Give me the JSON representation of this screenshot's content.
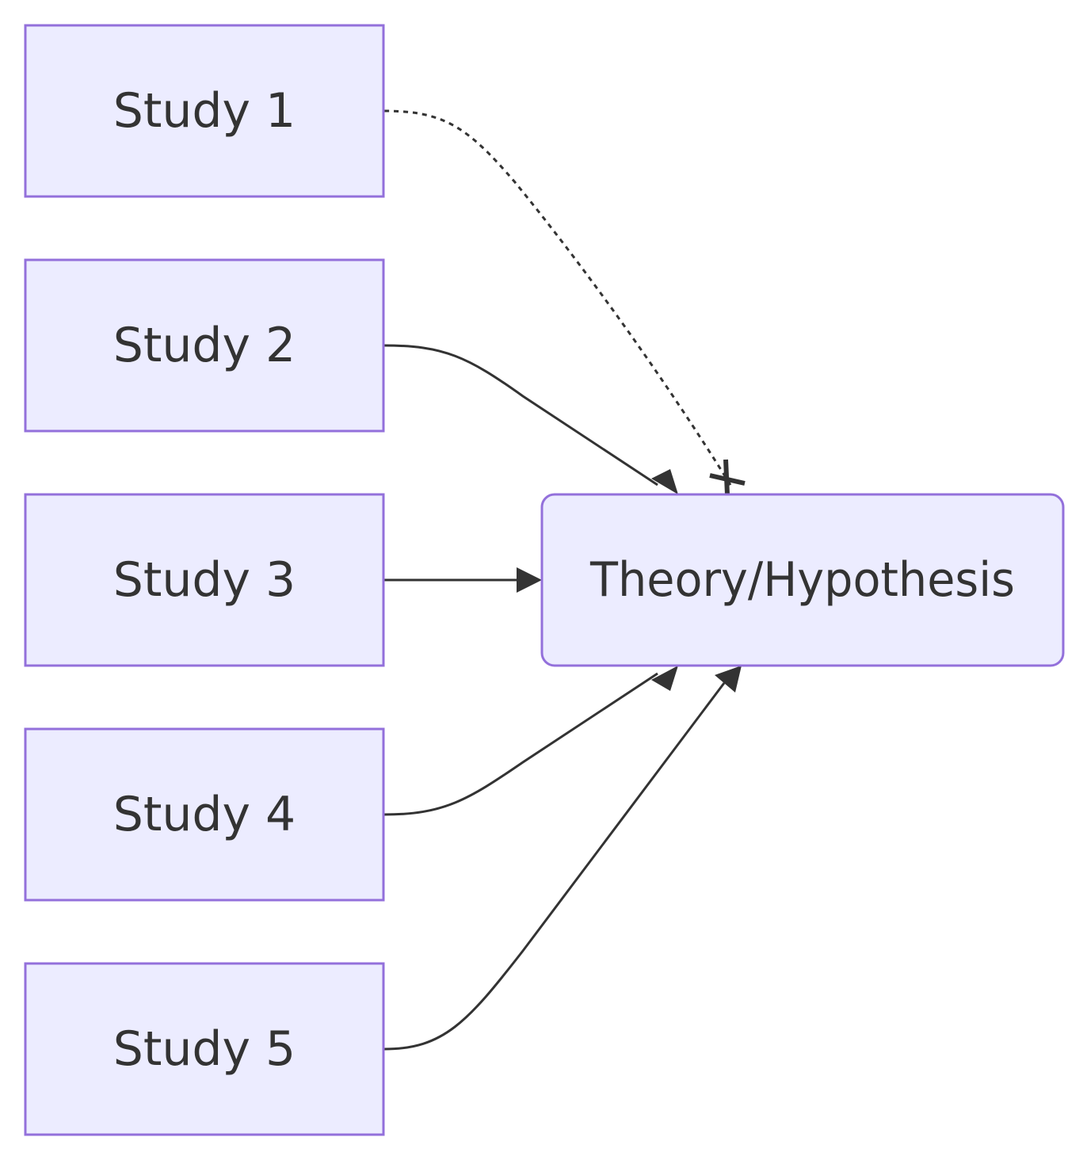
{
  "diagram": {
    "colors": {
      "node_fill": "#ECECFF",
      "node_stroke": "#9370DB",
      "text": "#333333",
      "edge": "#333333"
    },
    "nodes": [
      {
        "id": "study1",
        "label": "Study 1",
        "shape": "rect"
      },
      {
        "id": "study2",
        "label": "Study 2",
        "shape": "rect"
      },
      {
        "id": "study3",
        "label": "Study 3",
        "shape": "rect"
      },
      {
        "id": "study4",
        "label": "Study 4",
        "shape": "rect"
      },
      {
        "id": "study5",
        "label": "Study 5",
        "shape": "rect"
      },
      {
        "id": "theory",
        "label": "Theory/Hypothesis",
        "shape": "rounded-rect"
      }
    ],
    "edges": [
      {
        "from": "study1",
        "to": "theory",
        "style": "dotted",
        "head": "cross"
      },
      {
        "from": "study2",
        "to": "theory",
        "style": "solid",
        "head": "arrow"
      },
      {
        "from": "study3",
        "to": "theory",
        "style": "solid",
        "head": "arrow"
      },
      {
        "from": "study4",
        "to": "theory",
        "style": "solid",
        "head": "arrow"
      },
      {
        "from": "study5",
        "to": "theory",
        "style": "solid",
        "head": "arrow"
      }
    ]
  }
}
